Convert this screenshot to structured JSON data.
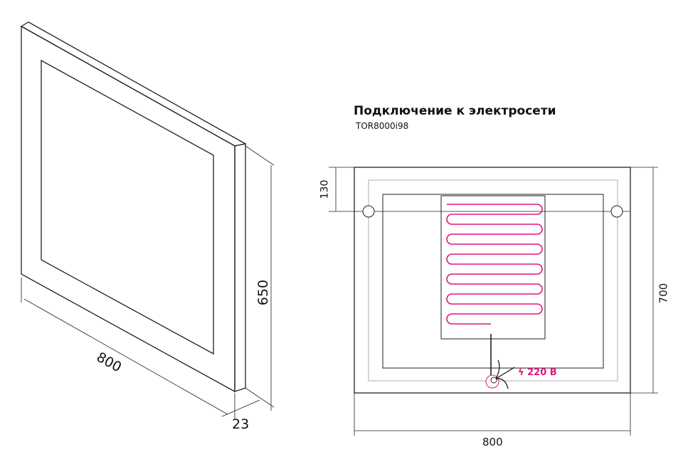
{
  "title": "Подключение к электросети",
  "model": "TOR8000i98",
  "left_view": {
    "width_dim": "800",
    "height_dim": "650",
    "depth_dim": "23"
  },
  "front_view": {
    "top_offset_dim": "130",
    "height_dim": "700",
    "width_dim": "800",
    "power_label": "220 В"
  },
  "colors": {
    "heater": "#e0157f",
    "line": "#222222",
    "inner_frame": "#bbbbbb"
  }
}
